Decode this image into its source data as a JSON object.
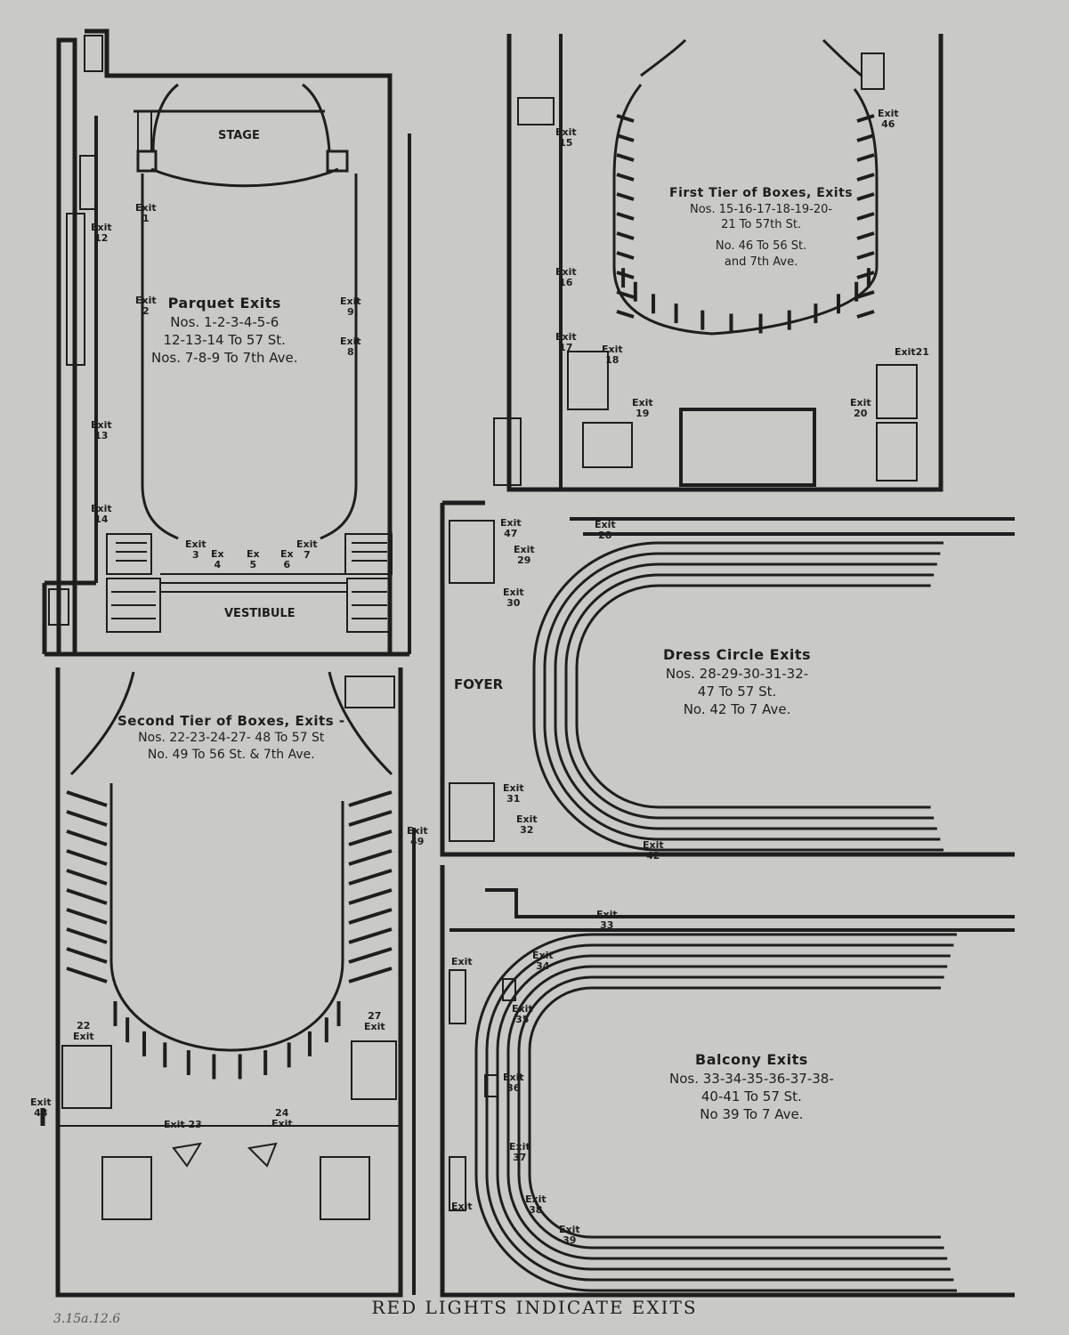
{
  "caption": "RED LIGHTS INDICATE EXITS",
  "handwritten_note": "3.15a.12.6",
  "colors": {
    "paper": "#c9cac6",
    "ink": "#1e1e1e"
  },
  "parquet": {
    "stage": "STAGE",
    "vestibule": "VESTIBULE",
    "title": "Parquet Exits",
    "line1": "Nos. 1-2-3-4-5-6",
    "line2": "12-13-14 To 57 St.",
    "line3": "Nos. 7-8-9 To 7th Ave.",
    "exits": {
      "e1": [
        "Exit",
        "1"
      ],
      "e2": [
        "Exit",
        "2"
      ],
      "e3": [
        "Exit",
        "3"
      ],
      "e4": [
        "Ex",
        "4"
      ],
      "e5": [
        "Ex",
        "5"
      ],
      "e6": [
        "Ex",
        "6"
      ],
      "e7": [
        "Exit",
        "7"
      ],
      "e8": [
        "Exit",
        "8"
      ],
      "e9": [
        "Exit",
        "9"
      ],
      "e12": [
        "Exit",
        "12"
      ],
      "e13": [
        "Exit",
        "13"
      ],
      "e14": [
        "Exit",
        "14"
      ]
    }
  },
  "first_tier": {
    "title": "First Tier of Boxes, Exits",
    "line1": "Nos. 15-16-17-18-19-20-",
    "line2": "21 To 57th St.",
    "line3": "No. 46 To 56 St.",
    "line4": "and 7th Ave.",
    "exits": {
      "e15": [
        "Exit",
        "15"
      ],
      "e16": [
        "Exit",
        "16"
      ],
      "e17": [
        "Exit",
        "17"
      ],
      "e18": [
        "Exit",
        "18"
      ],
      "e19": [
        "Exit",
        "19"
      ],
      "e20": [
        "Exit",
        "20"
      ],
      "e21": [
        "Exit21",
        ""
      ],
      "e46": [
        "Exit",
        "46"
      ]
    }
  },
  "second_tier": {
    "title": "Second Tier of Boxes, Exits -",
    "line1": "Nos. 22-23-24-27- 48 To 57 St",
    "line2": "No. 49 To 56 St. & 7th Ave.",
    "exits": {
      "e22": [
        "22",
        "Exit"
      ],
      "e23": [
        "Exit 23",
        ""
      ],
      "e24": [
        "24",
        "Exit"
      ],
      "e27": [
        "27",
        "Exit"
      ],
      "e48": [
        "Exit",
        "48"
      ],
      "e49": [
        "Exit",
        "49"
      ]
    }
  },
  "dress_circle": {
    "foyer": "FOYER",
    "title": "Dress Circle Exits",
    "line1": "Nos. 28-29-30-31-32-",
    "line2": "47 To 57 St.",
    "line3": "No. 42 To 7 Ave.",
    "exits": {
      "e47": [
        "Exit",
        "47"
      ],
      "e28": [
        "Exit",
        "28"
      ],
      "e29": [
        "Exit",
        "29"
      ],
      "e30": [
        "Exit",
        "30"
      ],
      "e31": [
        "Exit",
        "31"
      ],
      "e32": [
        "Exit",
        "32"
      ],
      "e42": [
        "Exit",
        "42"
      ]
    }
  },
  "balcony": {
    "title": "Balcony Exits",
    "line1": "Nos. 33-34-35-36-37-38-",
    "line2": "40-41 To 57 St.",
    "line3": "No 39 To 7 Ave.",
    "exits": {
      "e33": [
        "Exit",
        "33"
      ],
      "e34": [
        "Exit",
        "34"
      ],
      "e35": [
        "Exit",
        "35"
      ],
      "e36": [
        "Exit",
        "36"
      ],
      "e37": [
        "Exit",
        "37"
      ],
      "e38": [
        "Exit",
        "38"
      ],
      "e39": [
        "Exit",
        "39"
      ],
      "e40": [
        "Exit",
        ""
      ],
      "e41": [
        "Exit",
        ""
      ]
    }
  }
}
